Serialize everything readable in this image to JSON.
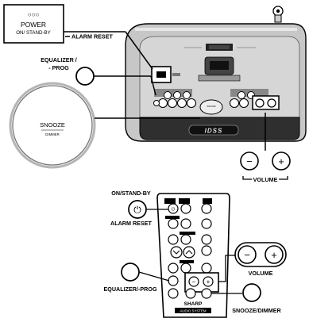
{
  "power_box": {
    "dots": "○○○",
    "line1": "POWER",
    "line2": "ON/ STAND-BY"
  },
  "callouts": {
    "alarm_reset_top": "ALARM RESET",
    "equalizer_top_1": "EQUALIZER /",
    "equalizer_top_2": "- PROG",
    "volume_top": "VOLUME",
    "on_standby_remote": "ON/STAND-BY",
    "alarm_reset_remote": "ALARM RESET",
    "equalizer_remote": "EQUALIZER/-PROG",
    "volume_remote": "VOLUME",
    "snooze_remote": "SNOOZE/DIMMER"
  },
  "snooze_big": {
    "line1": "SNOOZE",
    "line2": "DIMMER"
  },
  "unit": {
    "display_text": "IDSS",
    "snooze_small": "SNOOZE"
  },
  "remote": {
    "brand": "SHARP",
    "model": "AUDIO SYSTEM"
  },
  "symbols": {
    "minus": "−",
    "plus": "+",
    "power": "⏻"
  }
}
